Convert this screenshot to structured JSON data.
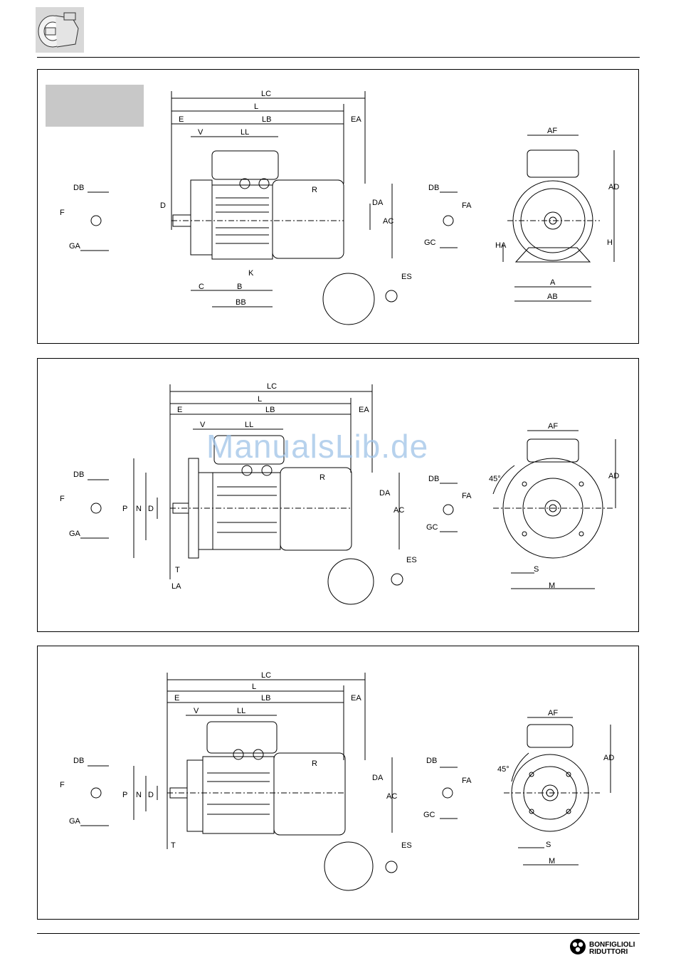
{
  "watermark": "ManualsLib.de",
  "brand": {
    "line1": "BONFIGLIOLI",
    "line2": "RIDUTTORI"
  },
  "icons": {
    "motor": "motor-thumbnail-icon",
    "logo": "bonfiglioli-logo-icon"
  },
  "panels": [
    {
      "id": "foot-mounted",
      "labels": [
        "LC",
        "L",
        "E",
        "LB",
        "EA",
        "V",
        "LL",
        "D",
        "R",
        "DA",
        "AC",
        "C",
        "B",
        "K",
        "BB",
        "DB",
        "F",
        "GA",
        "ES",
        "DB",
        "FA",
        "GC",
        "AF",
        "AD",
        "HA",
        "H",
        "A",
        "AB"
      ]
    },
    {
      "id": "flange-mounted-b5",
      "labels": [
        "LC",
        "L",
        "E",
        "LB",
        "EA",
        "V",
        "LL",
        "R",
        "DA",
        "AC",
        "P",
        "N",
        "D",
        "T",
        "LA",
        "DB",
        "F",
        "GA",
        "ES",
        "DB",
        "FA",
        "GC",
        "AF",
        "AD",
        "45°",
        "S",
        "M"
      ]
    },
    {
      "id": "flange-mounted-b14",
      "labels": [
        "LC",
        "L",
        "E",
        "LB",
        "EA",
        "V",
        "LL",
        "R",
        "DA",
        "AC",
        "P",
        "N",
        "D",
        "T",
        "DB",
        "F",
        "GA",
        "ES",
        "DB",
        "FA",
        "GC",
        "AF",
        "AD",
        "45°",
        "S",
        "M"
      ]
    }
  ]
}
